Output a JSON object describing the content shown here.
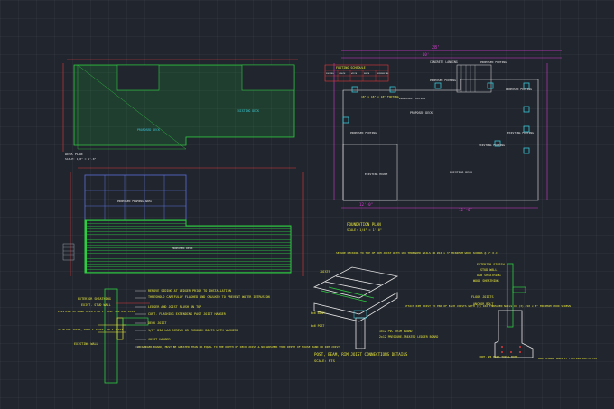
{
  "colors": {
    "bg": "#21252e",
    "green": "#2ecc40",
    "magenta": "#d63ad0",
    "yellow": "#e8e83a",
    "red": "#e03a3a",
    "cyan": "#39c7d6",
    "white": "#e6e6e6",
    "blue": "#5a70d8",
    "orange": "#e8a23a"
  },
  "deck_plan": {
    "label": "DECK PLAN",
    "scale": "SCALE: 1/8\" = 1'-0\"",
    "area_note": "EXISTING DECK",
    "hatch_note": "PROPOSED DECK"
  },
  "framing_plan": {
    "label_a": "PROPOSED FRAMING AREA",
    "label_b": "PROPOSED DECK"
  },
  "foundation": {
    "title": "FOUNDATION PLAN",
    "scale": "SCALE: 1/4\" = 1'-0\"",
    "dim_top": "28'",
    "dim_mid": "10'",
    "dim_bottom_left": "12'-0\"",
    "dim_bottom_right": "12'-0\"",
    "concrete_landing": "CONCRETE LANDING",
    "schedule_title": "FOOTING SCHEDULE",
    "schedule_headers": [
      "FOOTING",
      "LENGTH",
      "WIDTH",
      "DEPTH",
      "REINFORCING"
    ],
    "footing_note": "18\" x 18\" x 18\" FOOTING",
    "proposed_footing": "PROPOSED FOOTING",
    "existing_footing": "EXISTING FOOTING",
    "proposed_deck": "PROPOSED DECK",
    "existing_deck": "EXISTING DECK",
    "existing_house": "EXISTING HOUSE"
  },
  "ledger": {
    "notes_right": [
      "REMOVE SIDING AT LEDGER PRIOR TO INSTALLATION",
      "THRESHOLD CAREFULLY FLASHED AND CAULKED TO PREVENT WATER INTRUSION",
      "LEDGER AND JOIST FLUSH ON TOP",
      "CONT. FLASHING EXTENDING PAST JOIST HANGER",
      "DECK JOIST",
      "1/2\" DIA LAG SCREWS OR THROUGH BOLTS WITH WASHERS",
      "JOIST HANGER",
      "2X LEDGER BOARD, MUST BE GREATER THAN OR EQUAL TO THE DEPTH OF DECK JOIST & NO GREATER THAN DEPTH OF HOUSE BAND OR RIM JOIST"
    ],
    "notes_left": [
      "EXTERIOR SHEATHING",
      "EXIST. STUD WALL",
      "EXISTING 2X BAND JOISTS OR 1\" MIN. 2HP RIM JOIST",
      "2X FLOOR JOIST, WOOD I-JOIST, OR I-JOIST",
      "EXISTING WALL"
    ]
  },
  "post_beam": {
    "title": "POST, BEAM, RIM JOIST CONNECTIONS DETAILS",
    "scale": "SCALE: NTS",
    "note_top": "SECURE DECKING TO TOP OF RIM JOIST WITH 10d THREADED NAILS OR #10 x 3\" MINIMUM WOOD SCREWS @ 6\" O.C.",
    "joists": "JOISTS",
    "beam": "6x6 BEAM",
    "post": "6x6 POST",
    "note_right": "ATTACH RIM JOIST TO END OF EACH JOISTS WITH (3) 10d THREADED NAILS OR (3) #10 x 3\" MINIMUM WOOD SCREWS",
    "trim": "1x12 PVC TRIM BOARD",
    "ledger": "2x12 PRESSURE-TREATED LEDGER BOARD"
  },
  "section": {
    "notes": [
      "EXTERIOR FINISH",
      "STUD WALL",
      "OSB SHEATHING",
      "WOOD SHEATHING",
      "FLOOR JOISTS",
      "ANCHOR BOLT"
    ],
    "rebar": "CONT. #4 BARS TOP & BOTT.",
    "additional": "ADDITIONAL BARS IF FOOTING DEPTH >36\""
  }
}
